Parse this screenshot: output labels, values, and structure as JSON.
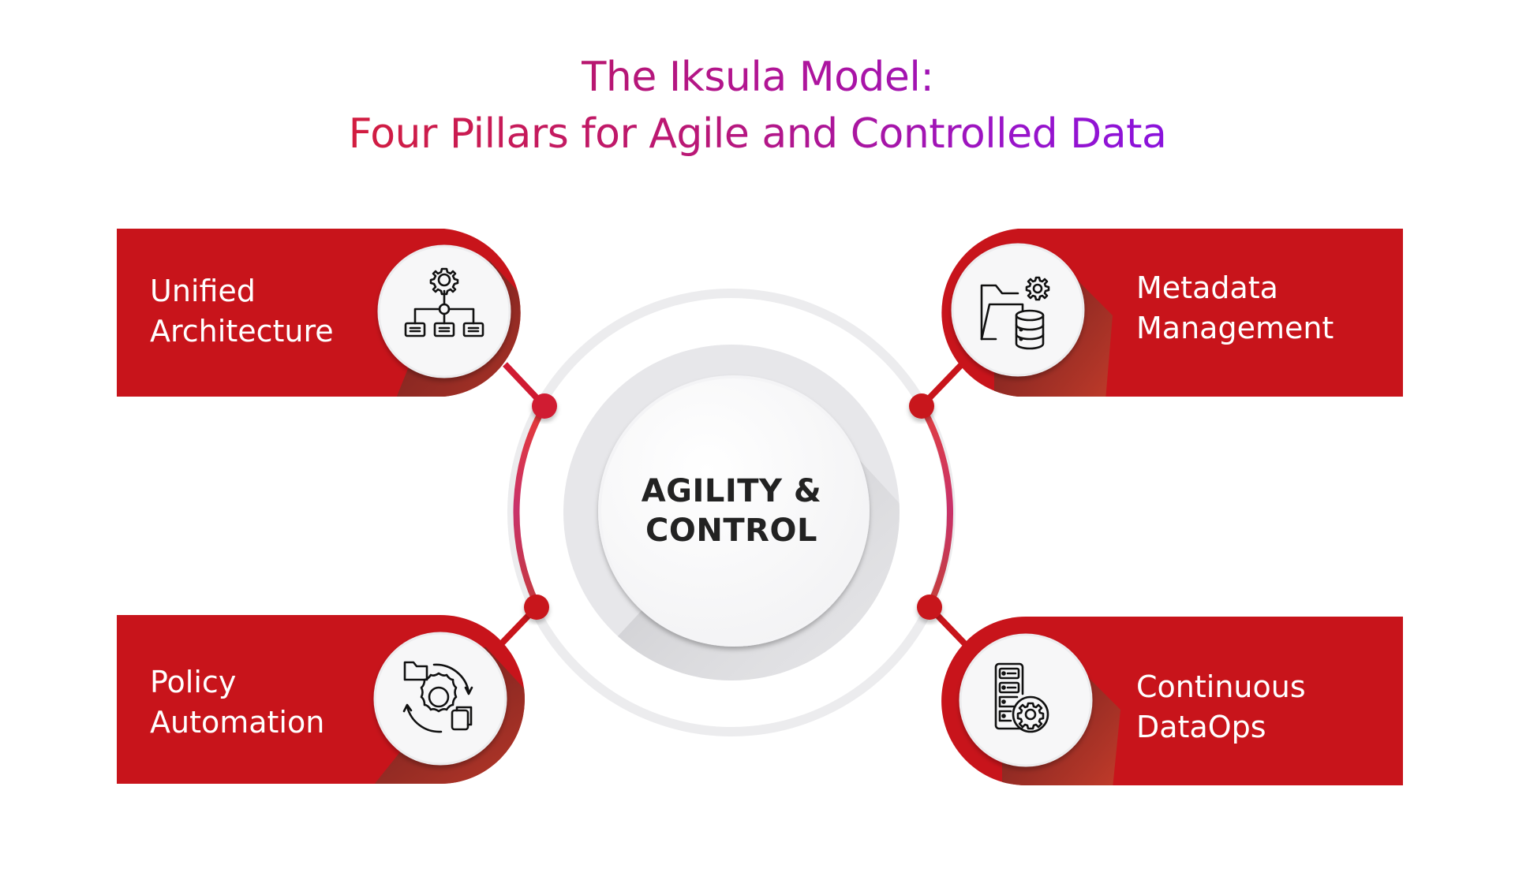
{
  "title": {
    "line1": "The Iksula Model:",
    "line2": "Four Pillars for Agile and Controlled Data"
  },
  "center": {
    "line1": "AGILITY &",
    "line2": "CONTROL"
  },
  "pillars": [
    {
      "id": "unified-architecture",
      "line1": "Unified",
      "line2": "Architecture",
      "icon": "hierarchy-gear-icon",
      "position": "top-left"
    },
    {
      "id": "metadata-management",
      "line1": "Metadata",
      "line2": "Management",
      "icon": "folder-database-gear-icon",
      "position": "top-right"
    },
    {
      "id": "policy-automation",
      "line1": "Policy",
      "line2": "Automation",
      "icon": "cycle-gear-documents-icon",
      "position": "bottom-left"
    },
    {
      "id": "continuous-dataops",
      "line1": "Continuous",
      "line2": "DataOps",
      "icon": "server-gear-icon",
      "position": "bottom-right"
    }
  ],
  "colors": {
    "card_red": "#C8141B",
    "connector_red": "#D01A32",
    "arc_magenta": "#C9316A",
    "center_text": "#222222",
    "title_start": "#D21D3F",
    "title_end": "#8A12DC"
  }
}
